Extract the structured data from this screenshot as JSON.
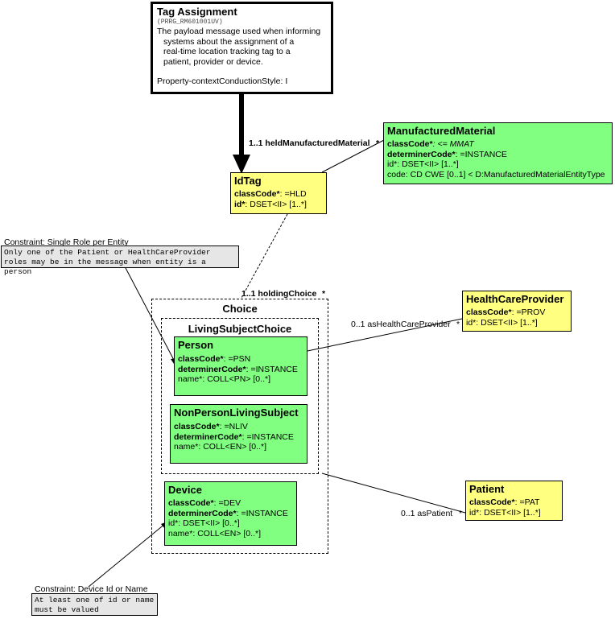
{
  "tag_assignment": {
    "title": "Tag Assignment",
    "code": "(PRRG_RM601001UV)",
    "description": [
      "The payload message used when informing",
      "systems about the assignment of a",
      "real-time location tracking tag to a",
      "patient, provider or device."
    ],
    "property": "Property-contextConductionStyle: I"
  },
  "manufactured_material": {
    "title": "ManufacturedMaterial",
    "attrs": [
      {
        "name": "classCode*",
        "value": ": <= MMAT",
        "bold": true,
        "italic_value": true
      },
      {
        "name": "determinerCode*",
        "value": ": =INSTANCE",
        "bold": true
      },
      {
        "name": "id*",
        "value": ": DSET<II> [1..*]",
        "bold": false
      },
      {
        "name": "code",
        "value": ": CD CWE [0..1] < D:ManufacturedMaterialEntityType",
        "bold": false
      }
    ]
  },
  "idtag": {
    "title": "IdTag",
    "attrs": [
      {
        "name": "classCode*",
        "value": ": =HLD",
        "bold": true
      },
      {
        "name": "id*",
        "value": ": DSET<II> [1..*]",
        "bold": true
      }
    ]
  },
  "healthcare_provider": {
    "title": "HealthCareProvider",
    "attrs": [
      {
        "name": "classCode*",
        "value": ": =PROV",
        "bold": true
      },
      {
        "name": "id*",
        "value": ": DSET<II> [1..*]",
        "bold": false
      }
    ]
  },
  "patient": {
    "title": "Patient",
    "attrs": [
      {
        "name": "classCode*",
        "value": ": =PAT",
        "bold": true
      },
      {
        "name": "id*",
        "value": ": DSET<II> [1..*]",
        "bold": false
      }
    ]
  },
  "choice": {
    "title": "Choice"
  },
  "living_subject_choice": {
    "title": "LivingSubjectChoice"
  },
  "person": {
    "title": "Person",
    "attrs": [
      {
        "name": "classCode*",
        "value": ": =PSN",
        "bold": true
      },
      {
        "name": "determinerCode*",
        "value": ": =INSTANCE",
        "bold": true
      },
      {
        "name": "name*",
        "value": ": COLL<PN> [0..*]",
        "bold": false
      }
    ]
  },
  "non_person_living_subject": {
    "title": "NonPersonLivingSubject",
    "attrs": [
      {
        "name": "classCode*",
        "value": ": =NLIV",
        "bold": true
      },
      {
        "name": "determinerCode*",
        "value": ": =INSTANCE",
        "bold": true
      },
      {
        "name": "name*",
        "value": ": COLL<EN> [0..*]",
        "bold": false
      }
    ]
  },
  "device": {
    "title": "Device",
    "attrs": [
      {
        "name": "classCode*",
        "value": ": =DEV",
        "bold": true
      },
      {
        "name": "determinerCode*",
        "value": ": =INSTANCE",
        "bold": true
      },
      {
        "name": "id*",
        "value": ": DSET<II> [0..*]",
        "bold": false
      },
      {
        "name": "name*",
        "value": ": COLL<EN> [0..*]",
        "bold": false
      }
    ]
  },
  "constraint_single_role": {
    "title": "Constraint: Single Role per Entity",
    "text": [
      "Only one of the Patient or HealthCareProvider",
      "roles may be in the message when entity is a person"
    ]
  },
  "constraint_device": {
    "title": "Constraint: Device Id or Name",
    "text": [
      "At least one of id or name",
      "must be valued"
    ]
  },
  "labels": {
    "held_manufactured_material": "1..1 heldManufacturedMaterial",
    "held_star": "*",
    "holding_choice": "1..1 holdingChoice",
    "holding_star": "*",
    "as_healthcare_provider": "0..1 asHealthCareProvider",
    "provider_star": "*",
    "as_patient": "0..1 asPatient",
    "patient_star": "*"
  },
  "colors": {
    "entity": "#80ff80",
    "role": "#ffff80",
    "note": "#e6e6e6"
  }
}
